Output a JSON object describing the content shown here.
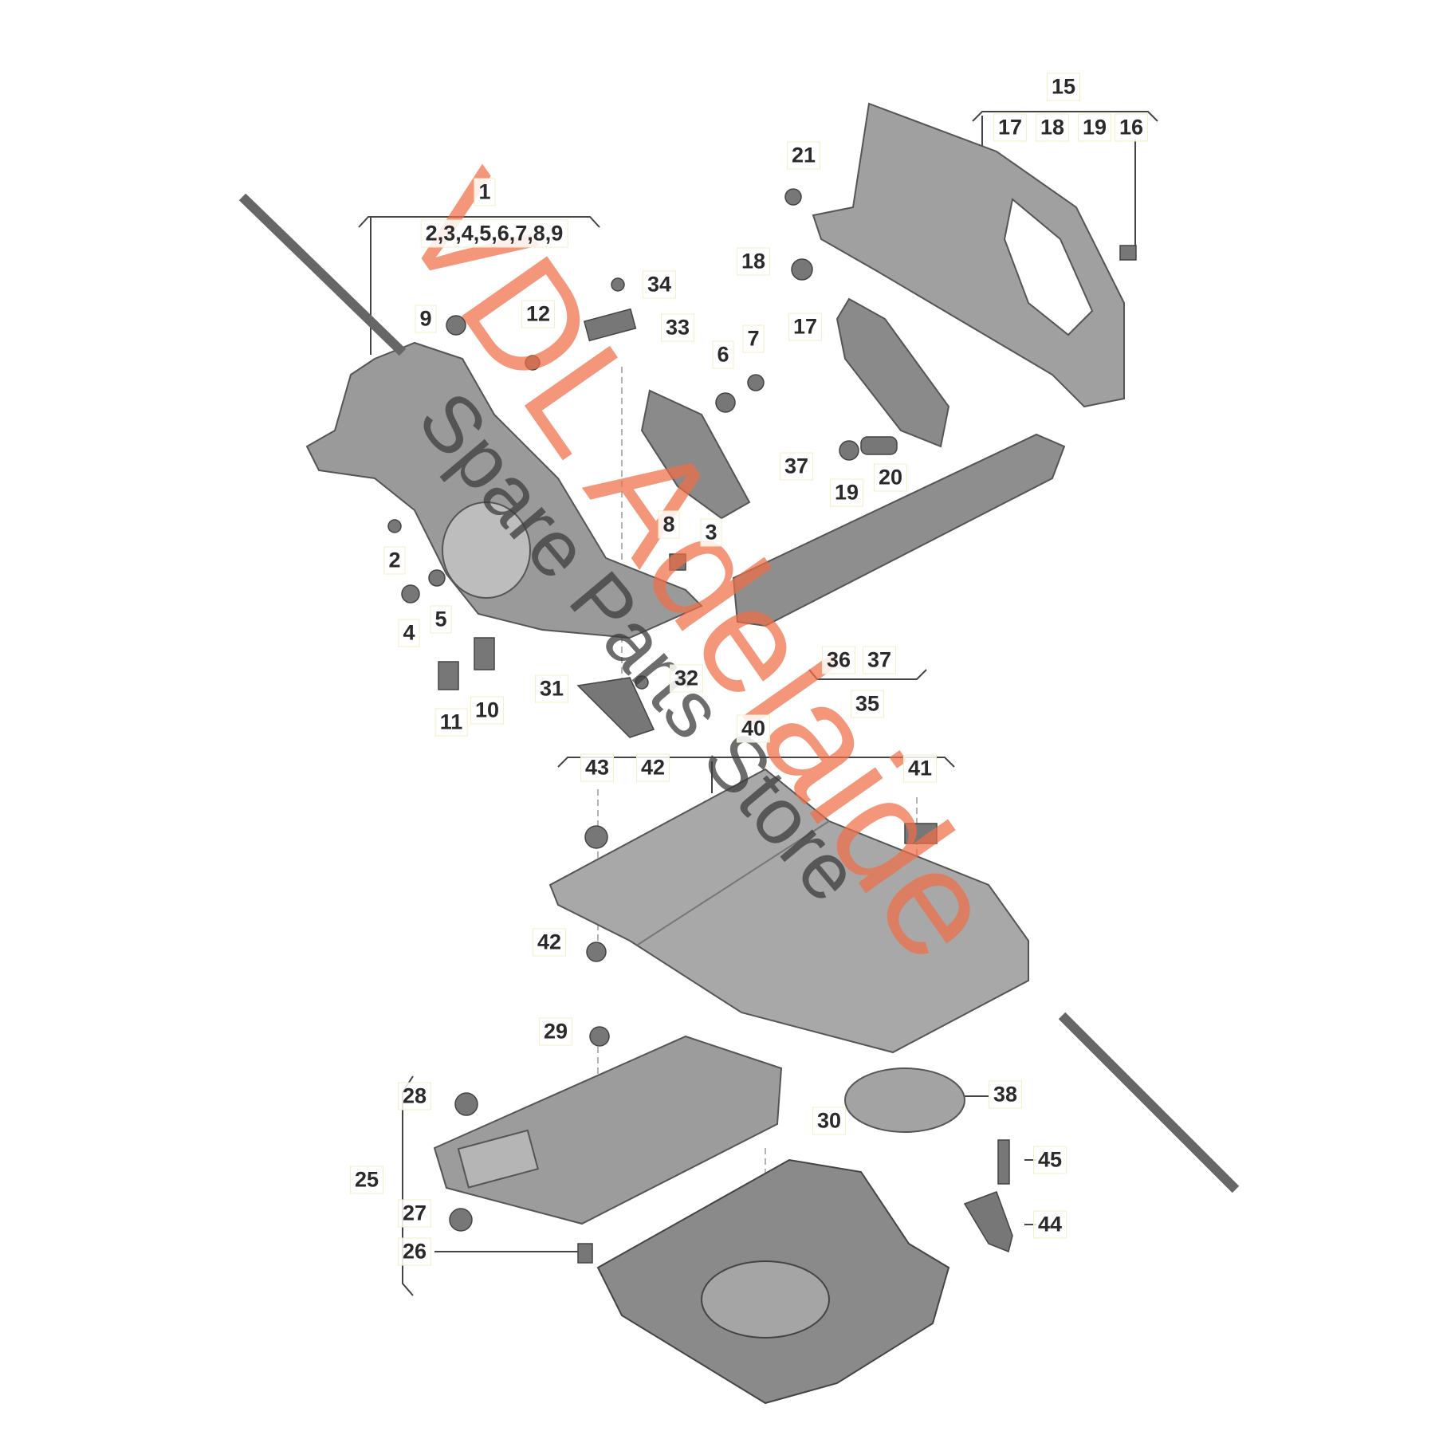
{
  "diagram": {
    "callouts": {
      "c1": "1",
      "c1group": "2,3,4,5,6,7,8,9",
      "c9": "9",
      "c12": "12",
      "c34": "34",
      "c33": "33",
      "c6": "6",
      "c7": "7",
      "c21": "21",
      "c18": "18",
      "c17": "17",
      "c15": "15",
      "c15a": "17",
      "c15b": "18",
      "c15c": "19",
      "c15d": "16",
      "c37a": "37",
      "c19": "19",
      "c20": "20",
      "c3": "3",
      "c8": "8",
      "c2": "2",
      "c4": "4",
      "c5": "5",
      "c11": "11",
      "c10": "10",
      "c31": "31",
      "c32": "32",
      "c36": "36",
      "c37b": "37",
      "c35": "35",
      "c40": "40",
      "c43": "43",
      "c42a": "42",
      "c41": "41",
      "c42b": "42",
      "c29": "29",
      "c28": "28",
      "c25": "25",
      "c27": "27",
      "c26": "26",
      "c30": "30",
      "c38": "38",
      "c45": "45",
      "c44": "44"
    }
  },
  "watermark": {
    "line1": "VDL Adelaide",
    "line2": "Spare Parts Store"
  },
  "colors": {
    "part_fill": "#9a9a9a",
    "part_dark": "#6e6e6e",
    "watermark_orange": "#f06e46",
    "watermark_gray": "#555555",
    "label_border": "#f3efc8"
  }
}
